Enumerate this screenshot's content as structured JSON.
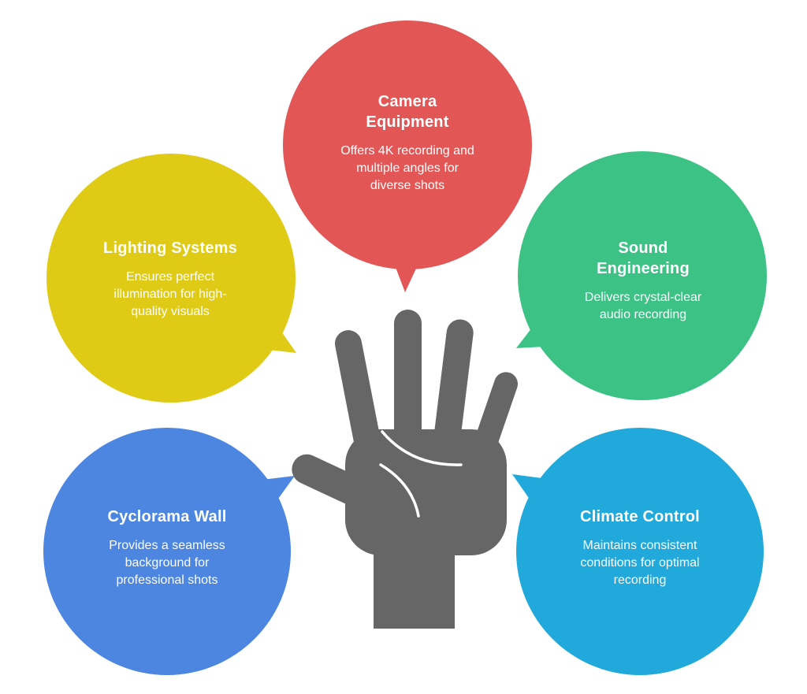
{
  "background_color": "#ffffff",
  "text_color": "#ffffff",
  "hand": {
    "name": "open-palm-hand-silhouette",
    "color": "#666666",
    "palm_line_color": "#ffffff"
  },
  "bubbles": [
    {
      "id": "camera-equipment",
      "position": "top-center",
      "color": "#E25655",
      "title": "Camera\nEquipment",
      "body": "Offers 4K recording and\nmultiple angles for\ndiverse shots"
    },
    {
      "id": "lighting-systems",
      "position": "upper-left",
      "color": "#DFCB16",
      "title": "Lighting Systems",
      "body": "Ensures perfect\nillumination for high-\nquality visuals"
    },
    {
      "id": "sound-engineering",
      "position": "upper-right",
      "color": "#3CC285",
      "title": "Sound\nEngineering",
      "body": "Delivers crystal-clear\naudio recording"
    },
    {
      "id": "cyclorama-wall",
      "position": "lower-left",
      "color": "#4C86E0",
      "title": "Cyclorama Wall",
      "body": "Provides a seamless\nbackground for\nprofessional shots"
    },
    {
      "id": "climate-control",
      "position": "lower-right",
      "color": "#20A9DA",
      "title": "Climate Control",
      "body": "Maintains consistent\nconditions for optimal\nrecording"
    }
  ]
}
